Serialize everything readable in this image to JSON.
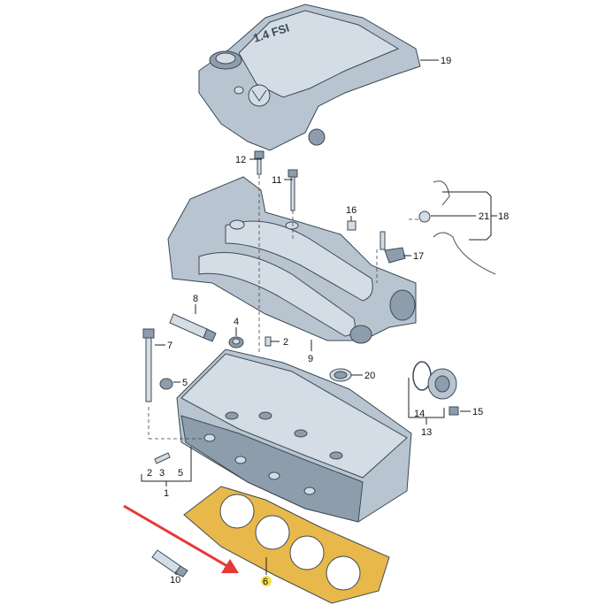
{
  "cover_text": "1.4 FSI",
  "callouts": {
    "c1": "1",
    "c2a": "2",
    "c2b": "2",
    "c3": "3",
    "c4": "4",
    "c5a": "5",
    "c5b": "5",
    "c6": "6",
    "c7": "7",
    "c8": "8",
    "c9": "9",
    "c10": "10",
    "c11": "11",
    "c12": "12",
    "c13": "13",
    "c14": "14",
    "c15": "15",
    "c16": "16",
    "c17": "17",
    "c18": "18",
    "c19": "19",
    "c20": "20",
    "c21": "21"
  },
  "colors": {
    "part": "#b8c4cf",
    "gasket": "#e8b84a",
    "arrow": "#e53935",
    "highlight": "#f5e04a"
  }
}
